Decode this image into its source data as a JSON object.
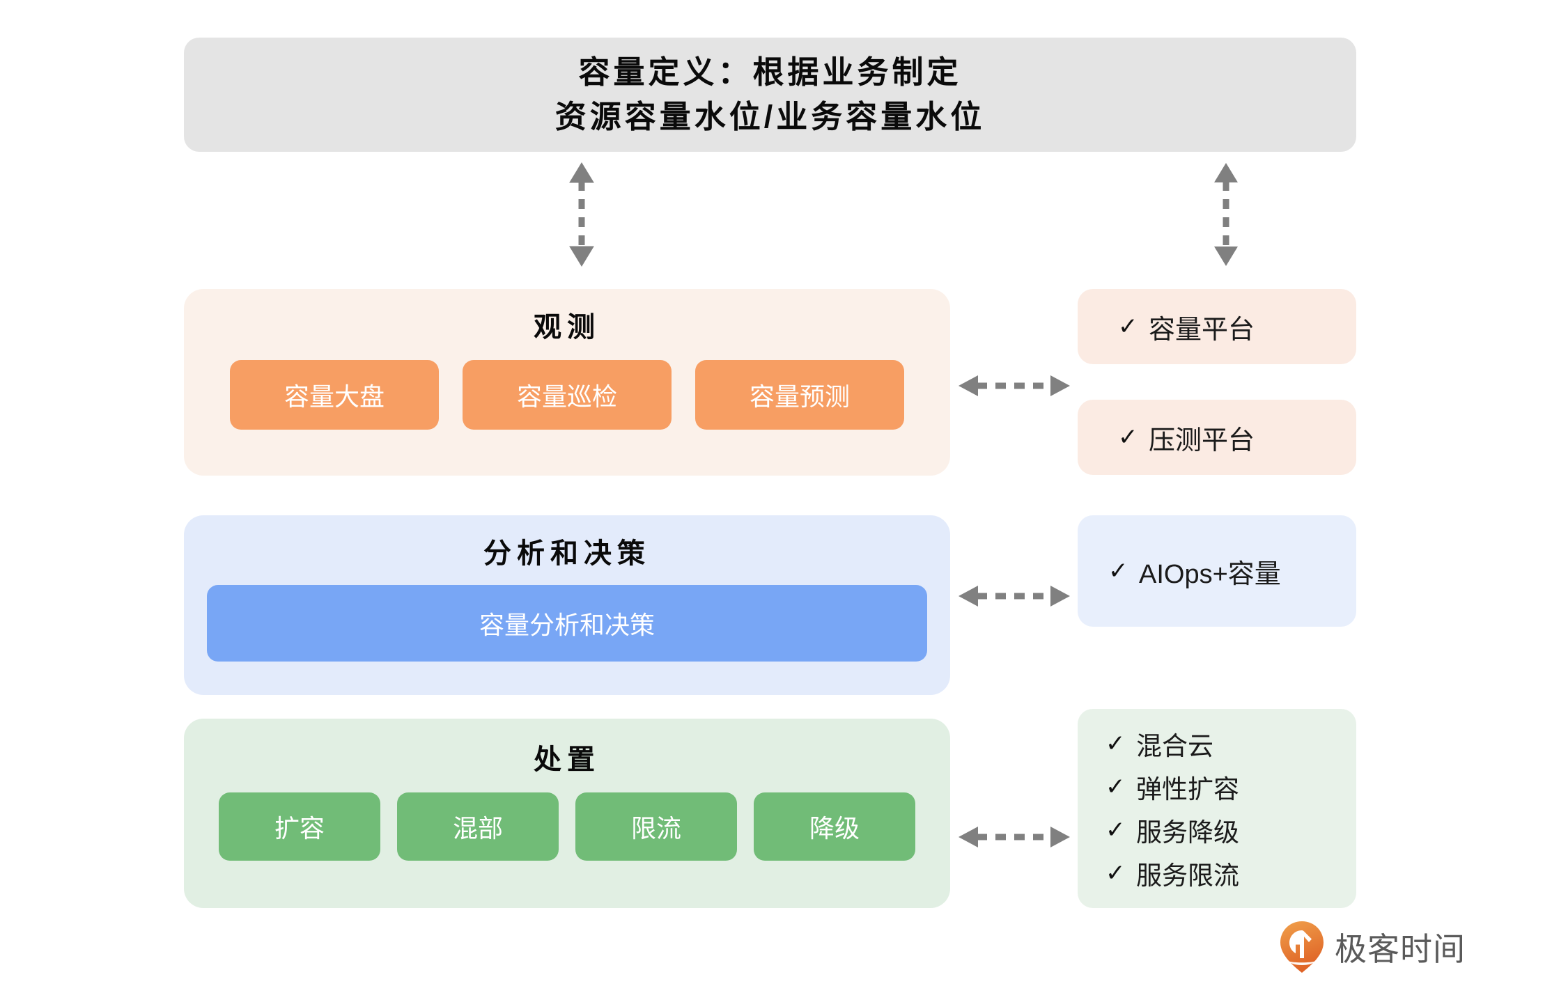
{
  "header": {
    "line1": "容量定义：根据业务制定",
    "line2": "资源容量水位/业务容量水位"
  },
  "layers": [
    {
      "key": "observation",
      "title": "观测",
      "accent": "#F79E63",
      "container_color": "#FBF1EA",
      "chips": [
        "容量大盘",
        "容量巡检",
        "容量预测"
      ]
    },
    {
      "key": "analysis",
      "title": "分析和决策",
      "accent": "#78A6F5",
      "container_color": "#E3EBFB",
      "chips": [
        "容量分析和决策"
      ]
    },
    {
      "key": "disposal",
      "title": "处置",
      "accent": "#71BC77",
      "container_color": "#E1EFE3",
      "chips": [
        "扩容",
        "混部",
        "限流",
        "降级"
      ]
    }
  ],
  "side_cards": [
    {
      "key": "capacity-platform",
      "background": "#FBEBE3",
      "items": [
        {
          "check": "✓",
          "label": "容量平台"
        }
      ]
    },
    {
      "key": "stress-platform",
      "background": "#FBEBE3",
      "items": [
        {
          "check": "✓",
          "label": "压测平台"
        }
      ]
    },
    {
      "key": "aiops",
      "background": "#E8EFFC",
      "items": [
        {
          "check": "✓",
          "label": "AIOps+容量"
        }
      ]
    },
    {
      "key": "disposal-list",
      "background": "#E8F2E9",
      "items": [
        {
          "check": "✓",
          "label": "混合云"
        },
        {
          "check": "✓",
          "label": "弹性扩容"
        },
        {
          "check": "✓",
          "label": "服务降级"
        },
        {
          "check": "✓",
          "label": "服务限流"
        }
      ]
    }
  ],
  "connectors": {
    "arrow_color": "#808080",
    "vertical_left": "double-headed-dashed-vertical-arrow",
    "vertical_right": "double-headed-dashed-vertical-arrow",
    "horizontal": "double-headed-dashed-horizontal-arrow"
  },
  "brand": {
    "name": "极客时间",
    "mark_color_start": "#F0A04B",
    "mark_color_end": "#E0692C",
    "text_color": "#5A5A5A"
  }
}
